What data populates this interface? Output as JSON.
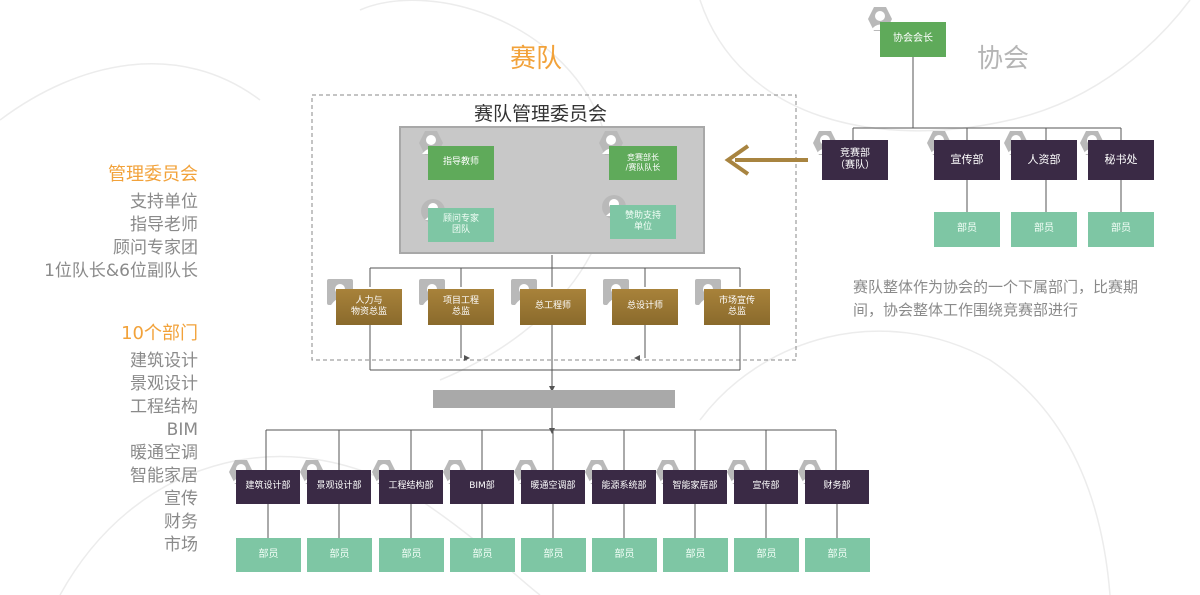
{
  "titles": {
    "team": "赛队",
    "association": "协会",
    "committee": "赛队管理委员会"
  },
  "sidebar": {
    "committee_heading": "管理委员会",
    "committee_items": [
      "支持单位",
      "指导老师",
      "顾问专家团",
      "1位队长&6位副队长"
    ],
    "departments_heading": "10个部门",
    "department_items": [
      "建筑设计",
      "景观设计",
      "工程结构",
      "BIM",
      "暖通空调",
      "智能家居",
      "宣传",
      "财务",
      "市场"
    ]
  },
  "association": {
    "president": "协会会长",
    "departments": [
      {
        "label": "竞赛部\n（赛队）",
        "member": ""
      },
      {
        "label": "宣传部",
        "member": "部员"
      },
      {
        "label": "人资部",
        "member": "部员"
      },
      {
        "label": "秘书处",
        "member": "部员"
      }
    ],
    "note": "赛队整体作为协会的一个下属部门，比赛期间，协会整体工作围绕竞赛部进行"
  },
  "committee": {
    "members": [
      "指导教师",
      "竞赛部长\n/赛队队长",
      "顾问专家\n团队",
      "赞助支持\n单位"
    ]
  },
  "supervisors": [
    "人力与\n物资总监",
    "项目工程\n总监",
    "总工程师",
    "总设计师",
    "市场宣传\n总监"
  ],
  "team_departments": [
    "建筑设计部",
    "景观设计部",
    "工程结构部",
    "BIM部",
    "暖通空调部",
    "能源系统部",
    "智能家居部",
    "宣传部",
    "财务部"
  ],
  "member_label": "部员",
  "colors": {
    "accent": "#f2a23a",
    "dark": "#3a2a45",
    "green": "#5faa5a",
    "gold": "#9a7632",
    "mint": "#7ec6a4",
    "arrow": "#a88440"
  }
}
